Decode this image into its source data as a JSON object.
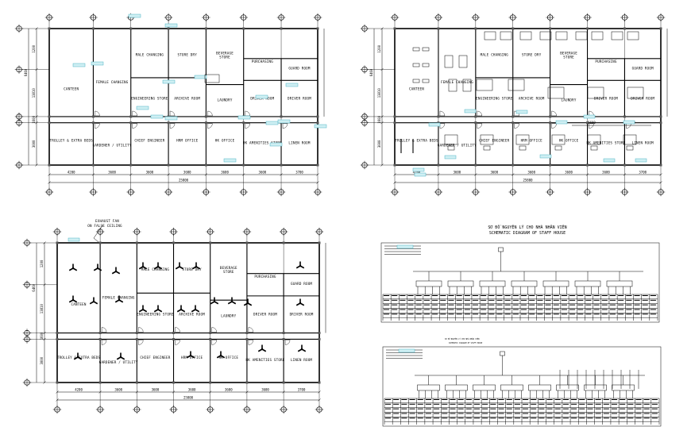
{
  "plan_top_left": {
    "rooms": [
      {
        "id": "canteen",
        "label": "CANTEEN"
      },
      {
        "id": "female-changing",
        "label": "FEMALE CHANGING"
      },
      {
        "id": "male-changing",
        "label": "MALE CHANGING"
      },
      {
        "id": "store-dry",
        "label": "STORE DRY"
      },
      {
        "id": "beverage-store",
        "label": "BEVERAGE STORE"
      },
      {
        "id": "purchasing",
        "label": "PURCHASING"
      },
      {
        "id": "guard-room",
        "label": "GUARD ROOM"
      },
      {
        "id": "engineering-store",
        "label": "ENGINEERING STORE"
      },
      {
        "id": "archive-room",
        "label": "ARCHIVE ROOM"
      },
      {
        "id": "laundry",
        "label": "LAUNDRY"
      },
      {
        "id": "driver-room-1",
        "label": "DRIVER ROOM"
      },
      {
        "id": "driver-room-2",
        "label": "DRIVER ROOM"
      },
      {
        "id": "trolley",
        "label": "TROLLEY & EXTRA BEDS"
      },
      {
        "id": "gardener",
        "label": "GARDENER / UTILITY"
      },
      {
        "id": "chief-engineer",
        "label": "CHIEF ENGINEER"
      },
      {
        "id": "hrm-office",
        "label": "HRM OFFICE"
      },
      {
        "id": "hk-office",
        "label": "HK OFFICE"
      },
      {
        "id": "hk-amenities",
        "label": "HK AMENITIES STORE"
      },
      {
        "id": "linen-room",
        "label": "LINEN ROOM"
      }
    ],
    "dims_bottom": [
      "4200",
      "3600",
      "3600",
      "3600",
      "3600",
      "3600",
      "3700"
    ],
    "dim_total": "25800",
    "dims_left": [
      "1200",
      "13810",
      "6460",
      "1600",
      "3000"
    ]
  },
  "plan_top_right": {
    "rooms": [
      {
        "id": "canteen",
        "label": "CANTEEN"
      },
      {
        "id": "female-changing",
        "label": "FEMALE CHANGING"
      },
      {
        "id": "male-changing",
        "label": "MALE CHANGING"
      },
      {
        "id": "store-dry",
        "label": "STORE DRY"
      },
      {
        "id": "beverage-store",
        "label": "BEVERAGE STORE"
      },
      {
        "id": "purchasing",
        "label": "PURCHASING"
      },
      {
        "id": "guard-room",
        "label": "GUARD ROOM"
      },
      {
        "id": "engineering-store",
        "label": "ENGINEERING STORE"
      },
      {
        "id": "archive-room",
        "label": "ARCHIVE ROOM"
      },
      {
        "id": "laundry",
        "label": "LAUNDRY"
      },
      {
        "id": "driver-room-1",
        "label": "DRIVER ROOM"
      },
      {
        "id": "driver-room-2",
        "label": "DRIVER ROOM"
      },
      {
        "id": "trolley",
        "label": "TROLLEY & EXTRA BEDS"
      },
      {
        "id": "gardener",
        "label": "GARDENER / UTILITY"
      },
      {
        "id": "chief-engineer",
        "label": "CHIEF ENGINEER"
      },
      {
        "id": "hrm-office",
        "label": "HRM OFFICE"
      },
      {
        "id": "hk-office",
        "label": "HK OFFICE"
      },
      {
        "id": "hk-amenities",
        "label": "HK AMENITIES STORE"
      },
      {
        "id": "linen-room",
        "label": "LINEN ROOM"
      }
    ],
    "dims_bottom": [
      "4200",
      "3600",
      "3600",
      "3600",
      "3600",
      "3600",
      "3700"
    ],
    "dim_total": "25800",
    "dims_left": [
      "1200",
      "13810",
      "6460",
      "1600",
      "3000"
    ],
    "dim_mid": "3600"
  },
  "plan_bottom_left": {
    "exhaust_note": "EXHAUST FAN\nON FALSE CEILING",
    "rooms": [
      {
        "id": "canteen",
        "label": "CANTEEN"
      },
      {
        "id": "female-changing",
        "label": "FEMALE CHANGING"
      },
      {
        "id": "male-changing",
        "label": "MALE CHANGING"
      },
      {
        "id": "store-dry",
        "label": "STORE DRY"
      },
      {
        "id": "beverage-store",
        "label": "BEVERAGE STORE"
      },
      {
        "id": "purchasing",
        "label": "PURCHASING"
      },
      {
        "id": "guard-room",
        "label": "GUARD ROOM"
      },
      {
        "id": "engineering-store",
        "label": "ENGINEERING STORE"
      },
      {
        "id": "archive-room",
        "label": "ARCHIVE ROOM"
      },
      {
        "id": "laundry",
        "label": "LAUNDRY"
      },
      {
        "id": "driver-room-1",
        "label": "DRIVER ROOM"
      },
      {
        "id": "driver-room-2",
        "label": "DRIVER ROOM"
      },
      {
        "id": "trolley",
        "label": "TROLLEY & EXTRA BEDS"
      },
      {
        "id": "gardener",
        "label": "GARDENER / UTILITY"
      },
      {
        "id": "chief-engineer",
        "label": "CHIEF ENGINEER"
      },
      {
        "id": "hrm-office",
        "label": "HRM OFFICE"
      },
      {
        "id": "hk-office",
        "label": "HK OFFICE"
      },
      {
        "id": "hk-amenities",
        "label": "HK AMENITIES STORE"
      },
      {
        "id": "linen-room",
        "label": "LINEN ROOM"
      }
    ],
    "dims_bottom": [
      "4200",
      "3600",
      "3600",
      "3600",
      "3600",
      "3600",
      "3700"
    ],
    "dim_total": "25800",
    "dims_left": [
      "1200",
      "13810",
      "6460",
      "1600",
      "3000"
    ]
  },
  "schematic": {
    "title_vn": "SƠ ĐỒ NGUYÊN LÝ CHO NHÀ NHÂN VIÊN",
    "title_en": "SCHEMATIC DIAGRAM OF STAFF HOUSE",
    "title2_vn": "SƠ ĐỒ NGUYÊN LÝ CHO NHÀ NHÂN VIÊN",
    "title2_en": "SCHEMATIC DIAGRAM OF STAFF HOUSE"
  }
}
